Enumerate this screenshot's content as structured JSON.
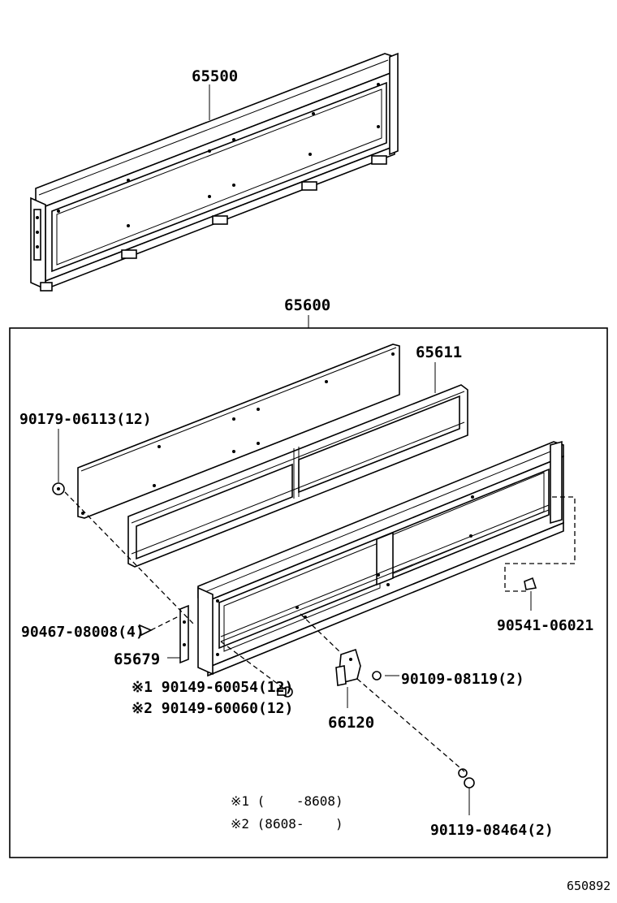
{
  "parts": {
    "p65500": "65500",
    "p65600": "65600",
    "p65611": "65611",
    "p90179": "90179-06113(12)",
    "p90467": "90467-08008(4)",
    "p65679": "65679",
    "p90149a": "※1 90149-60054(12)",
    "p90149b": "※2 90149-60060(12)",
    "p66120": "66120",
    "p90109": "90109-08119(2)",
    "p90541": "90541-06021",
    "p90119": "90119-08464(2)"
  },
  "notes": {
    "n1": "※1 (    -8608)",
    "n2": "※2 (8608-    )"
  },
  "diagram_ref": "650892"
}
